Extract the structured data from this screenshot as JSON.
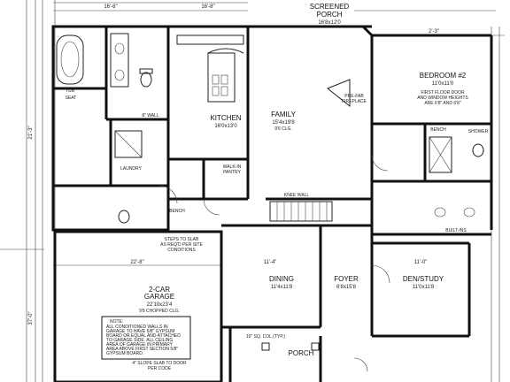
{
  "rooms": {
    "screened_porch": {
      "name": "SCREENED",
      "name2": "PORCH",
      "size": "16'8x12'0"
    },
    "kitchen": {
      "name": "KITCHEN",
      "size": "16'0x13'0"
    },
    "family": {
      "name": "FAMILY",
      "size": "15'4x19'8",
      "note": "9'6 CLG."
    },
    "bedroom2": {
      "name": "BEDROOM #2",
      "size": "11'0x11'0"
    },
    "garage": {
      "name": "2-CAR",
      "name2": "GARAGE",
      "size": "22'10x23'4",
      "note": "9'8 CHOPPED CLG."
    },
    "dining": {
      "name": "DINING",
      "size": "11'4x11'8"
    },
    "foyer": {
      "name": "FOYER",
      "size": "6'8x15'8"
    },
    "den": {
      "name": "DEN/STUDY",
      "size": "11'0x11'8"
    },
    "porch": {
      "name": "PORCH"
    }
  },
  "labels": {
    "prefab_fireplace": "PRE-FAB",
    "prefab_fireplace2": "FIREPLACE",
    "first_floor_note1": "FIRST FLOOR DOOR",
    "first_floor_note2": "AND WINDOW HEIGHTS",
    "first_floor_note3": "ARE 6'8\" AND 6'8\"",
    "walk_in_pantry": "WALK-IN",
    "walk_in_pantry2": "PANTRY",
    "laundry": "LAUNDRY",
    "bench": "BENCH",
    "bench2": "BENCH",
    "seat": "SEAT",
    "knee_wall": "KNEE WALL",
    "knee_wall2": "8\" WALL",
    "steps_note1": "STEPS TO SLAB",
    "steps_note2": "AS REQ'D PER SITE",
    "steps_note3": "CONDITIONS",
    "slope_note": "4\" SLOPE SLAB TO DOOR",
    "slope_note2": "PER CODE",
    "col_typ": "10\" SQ. COL.(TYP.)",
    "built_ins": "BUILT-INS",
    "shower": "SHOWER",
    "tub": "TUB"
  },
  "note": {
    "title": "NOTE:",
    "lines": [
      "ALL CONDITIONED WALLS IN",
      "GARAGE TO HAVE 5/8\" GYPSUM",
      "BOARD OR EQUAL AND ATTACHED",
      "TO GARAGE SIDE. ALL CEILING",
      "AREA OF GARAGE IN PRIMARY",
      "AREA ABOVE FIRST SECTION 5/8\"",
      "GYPSUM BOARD."
    ]
  },
  "dimensions": {
    "top_left": "16'-6\"",
    "top_mid": "16'-8\"",
    "garage_width": "22'-8\"",
    "left_side": "37'-0\"",
    "left_side2": "21'-3\"",
    "right_top": "2'-3\"",
    "dining_w": "11'-4\"",
    "den_w": "11'-0\""
  }
}
